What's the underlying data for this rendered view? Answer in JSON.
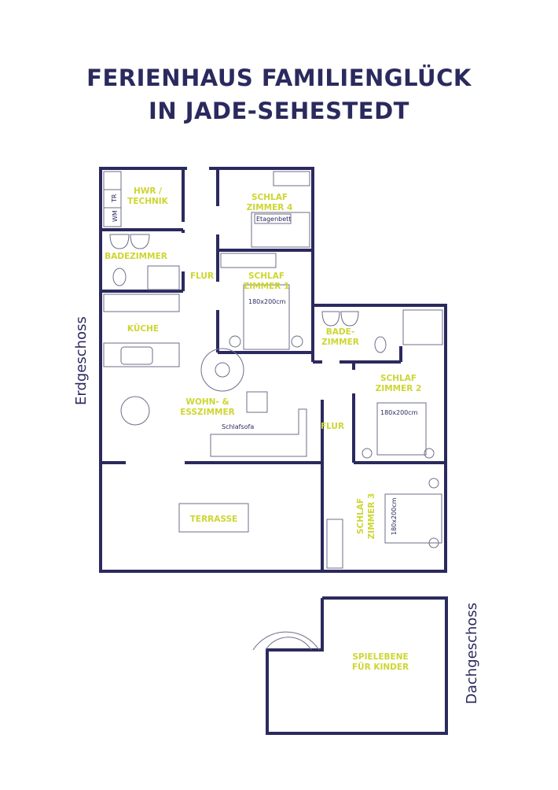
{
  "title": {
    "line1": "FERIENHAUS FAMILIENGLÜCK",
    "line2": "IN JADE-SEHESTEDT"
  },
  "floors": {
    "ground": "Erdgeschoss",
    "attic": "Dachgeschoss"
  },
  "rooms": {
    "hwr": [
      "HWR /",
      "TECHNIK"
    ],
    "bad1": "BADEZIMMER",
    "schlaf4": [
      "SCHLAF",
      "ZIMMER 4"
    ],
    "schlaf1": [
      "SCHLAF",
      "ZIMMER 1"
    ],
    "flur1": "FLUR",
    "kueche": "KÜCHE",
    "wohn": [
      "WOHN- &",
      "ESSZIMMER"
    ],
    "bad2": [
      "BADE-",
      "ZIMMER"
    ],
    "schlaf2": [
      "SCHLAF",
      "ZIMMER 2"
    ],
    "flur2": "FLUR",
    "terrasse": "TERRASSE",
    "schlaf3": [
      "SCHLAF",
      "ZIMMER 3"
    ],
    "spiel": [
      "SPIELEBENE",
      "FÜR KINDER"
    ]
  },
  "annotations": {
    "wm": "WM",
    "tr": "TR",
    "etagenbett": "Etagenbett",
    "bed1": "180x200cm",
    "bed2": "180x200cm",
    "bed3": "180x200cm",
    "schlafsofa": "Schlafsofa"
  },
  "colors": {
    "wall": "#2b2a5e",
    "label": "#cdd631",
    "furniture": "#6e6e8a"
  }
}
